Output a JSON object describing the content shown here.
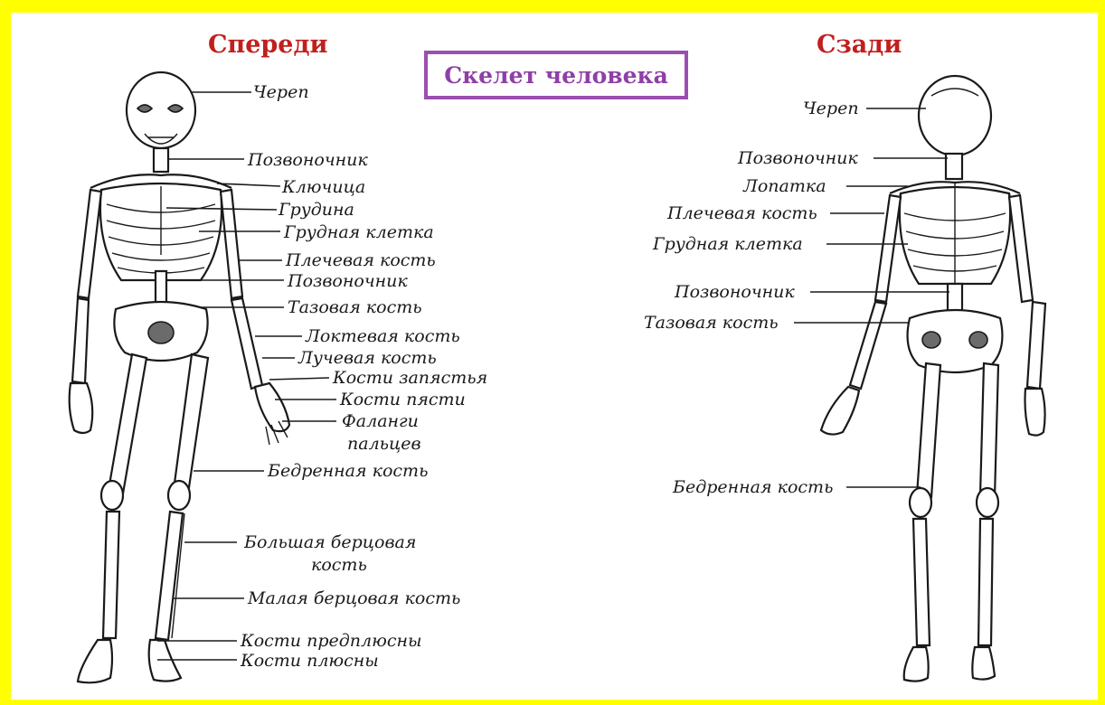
{
  "front_heading": "Спереди",
  "back_heading": "Сзади",
  "title": "Скелет человека",
  "front_labels": [
    "Череп",
    "Позвоночник",
    "Ключица",
    "Грудина",
    "Грудная клетка",
    "Плечевая кость",
    "Позвоночник",
    "Тазовая кость",
    "Локтевая кость",
    "Лучевая кость",
    "Кости запястья",
    "Кости пясти",
    "Фаланги",
    "пальцев",
    "Бедренная кость",
    "Большая берцовая",
    "кость",
    "Малая берцовая кость",
    "Кости предплюсны",
    "Кости плюсны"
  ],
  "back_labels": [
    "Череп",
    "Позвоночник",
    "Лопатка",
    "Плечевая кость",
    "Грудная клетка",
    "Позвоночник",
    "Тазовая кость",
    "Бедренная кость"
  ],
  "colors": {
    "frame": "#ffff00",
    "heading": "#c0201e",
    "title_border": "#9b4fb0",
    "title_text": "#8e3fa6"
  }
}
